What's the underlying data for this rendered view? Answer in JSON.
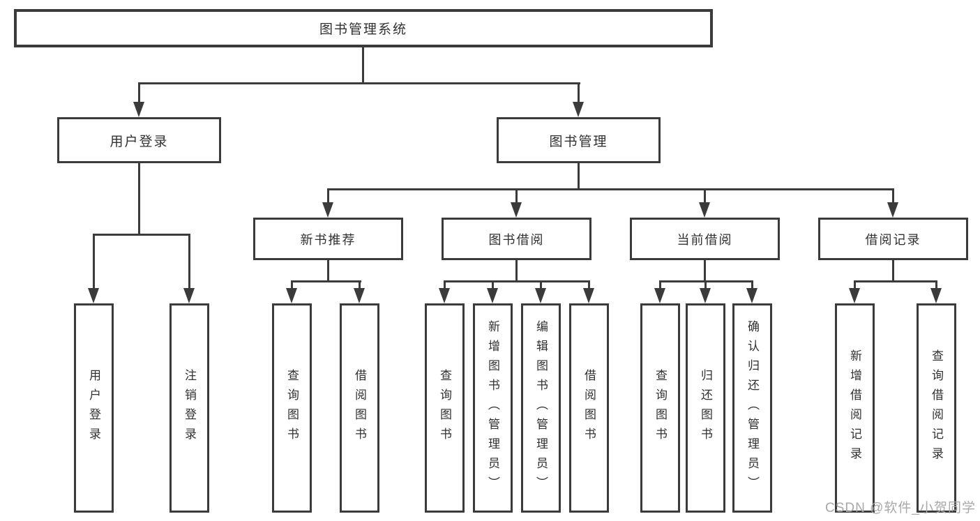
{
  "diagram": {
    "root": "图书管理系统",
    "level2": [
      "用户登录",
      "图书管理"
    ],
    "level3": [
      "新书推荐",
      "图书借阅",
      "当前借阅",
      "借阅记录"
    ],
    "leaves": {
      "userLogin": [
        "用户登录",
        "注销登录"
      ],
      "newBooks": [
        "查询图书",
        "借阅图书"
      ],
      "bookBorrow": [
        "查询图书",
        "新增图书（管理员）",
        "编辑图书（管理员）",
        "借阅图书"
      ],
      "currentBorrow": [
        "查询图书",
        "归还图书",
        "确认归还（管理员）"
      ],
      "borrowRecords": [
        "新增借阅记录",
        "查询借阅记录"
      ]
    },
    "watermark": "CSDN @软件_小贺同学"
  },
  "colors": {
    "line": "#3b3b3b",
    "text": "#303030",
    "watermark": "#a8a8a8",
    "background": "#ffffff"
  }
}
